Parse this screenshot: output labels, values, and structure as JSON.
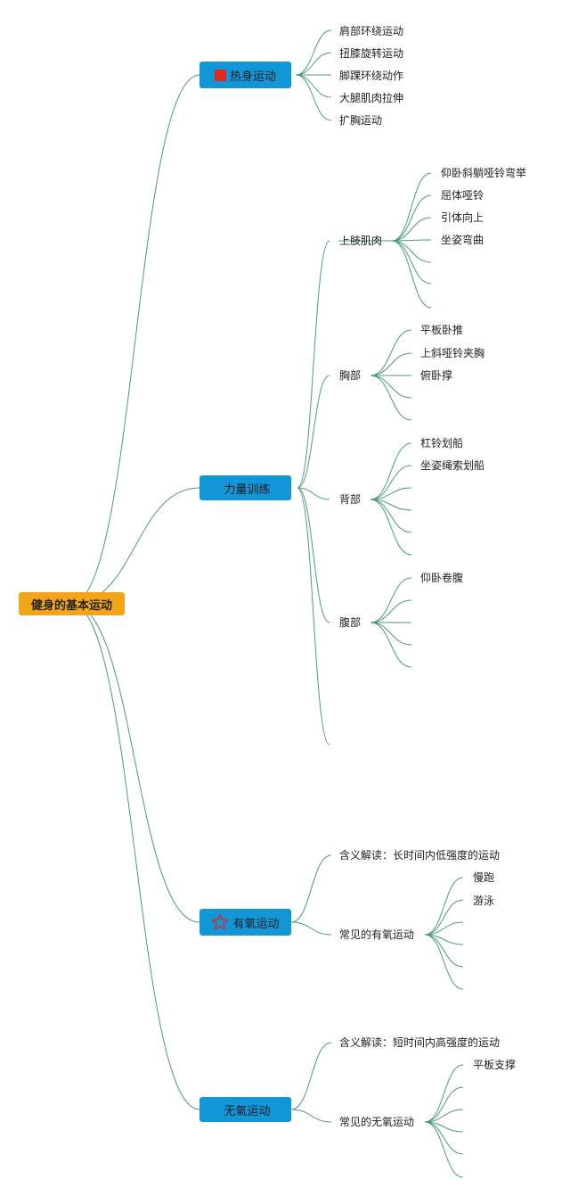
{
  "root": {
    "label": "健身的基本运动"
  },
  "categories": [
    {
      "label": "热身运动",
      "icon": "red-flag-icon",
      "items": [
        "肩部环绕运动",
        "扭膝旋转运动",
        "脚踝环绕动作",
        "大腿肌肉拉伸",
        "扩胸运动"
      ]
    },
    {
      "label": "力量训练",
      "groups": [
        {
          "label": "上肢肌肉",
          "items": [
            "仰卧斜躺哑铃弯举",
            "屈体哑铃",
            "引体向上",
            "坐姿弯曲"
          ]
        },
        {
          "label": "胸部",
          "items": [
            "平板卧推",
            "上斜哑铃夹胸",
            "俯卧撑"
          ]
        },
        {
          "label": "背部",
          "items": [
            "杠铃划船",
            "坐姿绳索划船"
          ]
        },
        {
          "label": "腹部",
          "items": [
            "仰卧卷腹"
          ]
        }
      ]
    },
    {
      "label": "有氧运动",
      "icon": "star-outline-icon",
      "meaning": "含义解读：长时间内低强度的运动",
      "common": {
        "label": "常见的有氧运动",
        "items": [
          "慢跑",
          "游泳"
        ]
      }
    },
    {
      "label": "无氧运动",
      "meaning": "含义解读：短时间内高强度的运动",
      "common": {
        "label": "常见的无氧运动",
        "items": [
          "平板支撑"
        ]
      }
    }
  ],
  "colors": {
    "root": "#f3a51a",
    "category": "#1196d8",
    "link": "#4a9a82",
    "flag": "#e0281d",
    "star": "#e0281d"
  }
}
